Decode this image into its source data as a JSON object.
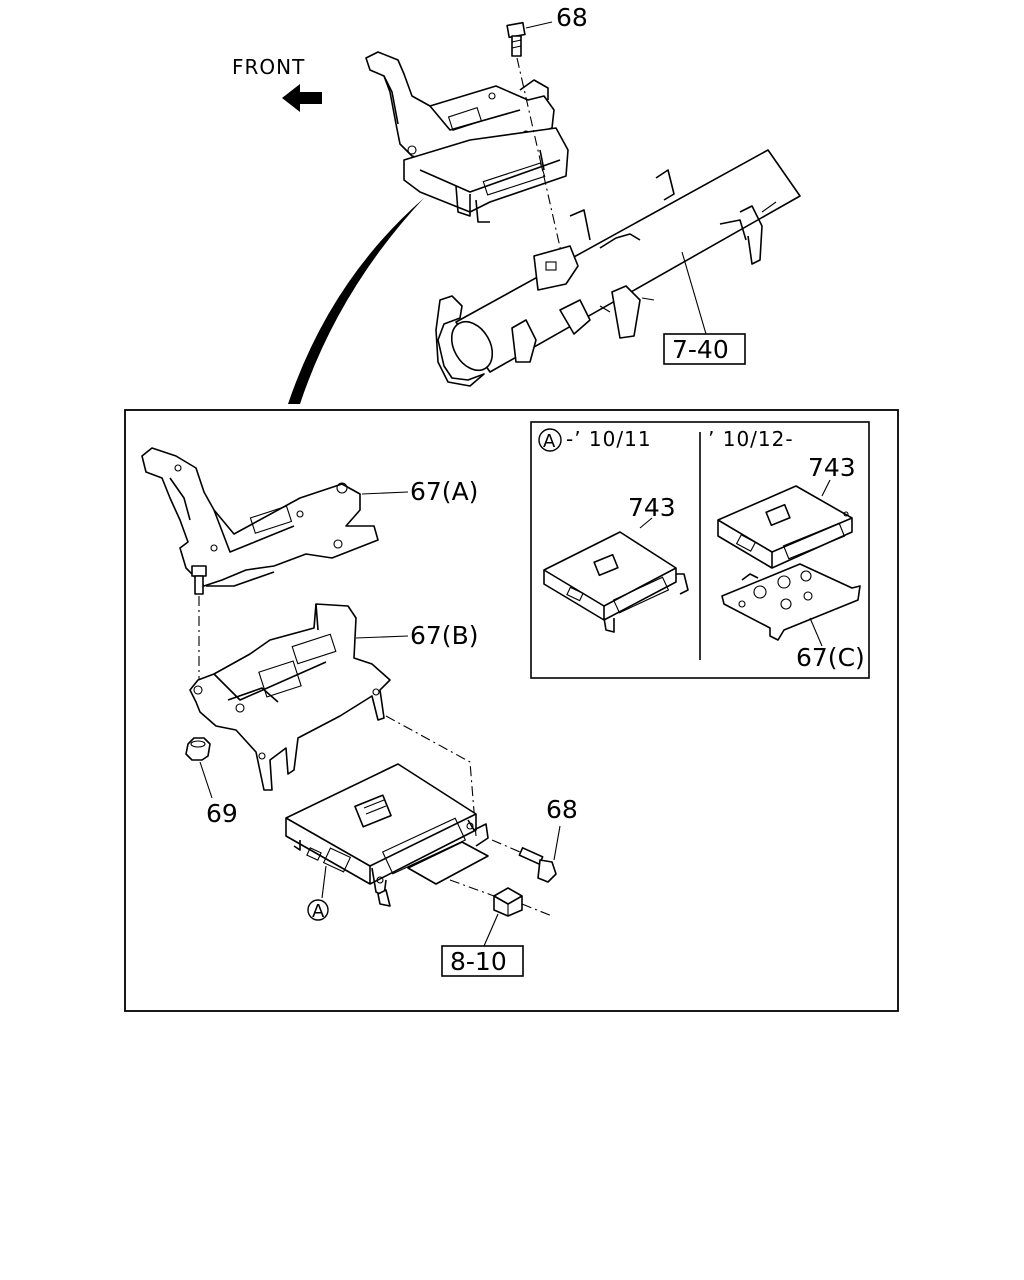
{
  "labels": {
    "front": "FRONT",
    "bolt_top": "68",
    "pipe_ref": "7-40",
    "bracket_a": "67(A)",
    "bracket_b": "67(B)",
    "bracket_c": "67(C)",
    "nut": "69",
    "bolt_bottom": "68",
    "harness_ref": "8-10",
    "callout_a": "A",
    "ecu_old": "743",
    "ecu_new": "743"
  },
  "inset": {
    "left_marker": "A",
    "left_range": "-’ 10/11",
    "right_range": "’ 10/12-"
  },
  "icons": {
    "arrow": "front-arrow-icon"
  }
}
